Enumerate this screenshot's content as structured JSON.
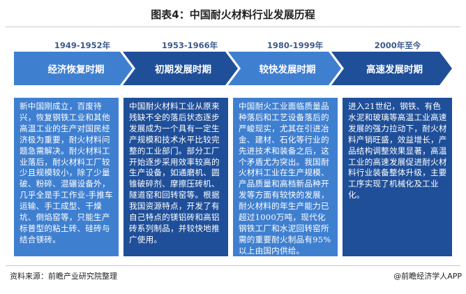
{
  "title": "图表4：中国耐火材料行业发展历程",
  "stages": [
    {
      "years": "1949-1952年",
      "name": "经济恢复时期",
      "text": "新中国刚成立，百废待兴，恢复钢铁工业和其他高温工业的生产对国民经济极为重要，耐火材料问题急需解决。耐火材料工业落后，耐火材料工厂较少且规模较小，除了少量破、粉碎、混碾设备外，几乎全是手工作业-手推车运输、手工成型、干燥坑、倒焰窑等，只能生产标普型的粘土砖、硅砖与结合镁砖。"
    },
    {
      "years": "1953-1966年",
      "name": "初期发展时期",
      "text": "中国耐火材料工业从原来残缺不全的落后状态逐步发展成为一个具有一定生产规模和技术水平比较完整的工业部门。部分工厂开始逐步采用效率较高的生产设备，如通磨机、圆锥破碎剂、摩擦压砖机、隧道窑和回转窑等。根据我国资源特点，开发了有自己特点的镁铝砖和高铝砖系列制品，并较快地推广使用。"
    },
    {
      "years": "1980-1999年",
      "name": "较快发展时期",
      "text": "中国耐火工业面临质量品种落后和工艺设备落后的严峻现实，尤其在引进冶金、建材、石化等行业的先进技术和装备之后，这个矛盾尤为突出。我国耐火材料工业在生产规模、产品质量和高档新品种开发等方面有较快的发展，耐火材料的年生产能力已超过1000万吨，现代化钢铁工厂和水泥回转窑所需的重要耐火制品有95%以上由国内供给。"
    },
    {
      "years": "2000年至今",
      "name": "高速发展时期",
      "text": "进入21世纪，钢铁、有色水泥和玻璃等高温工业高速发展的强力拉动下，耐火材料产销旺盛，效益增长，产品结构调整效果显著，高温工业的高速发展促进耐火材料行业装备整体升级，主要工序实现了机械化及工业化。"
    }
  ],
  "footer": {
    "source": "资料来源：前瞻产业研究院整理",
    "credit": "@前瞻经济学人APP"
  },
  "colors": {
    "light_blue": "#3f7fd0",
    "dark_blue": "#1f4f99",
    "year_text": "#3d5a8c"
  }
}
